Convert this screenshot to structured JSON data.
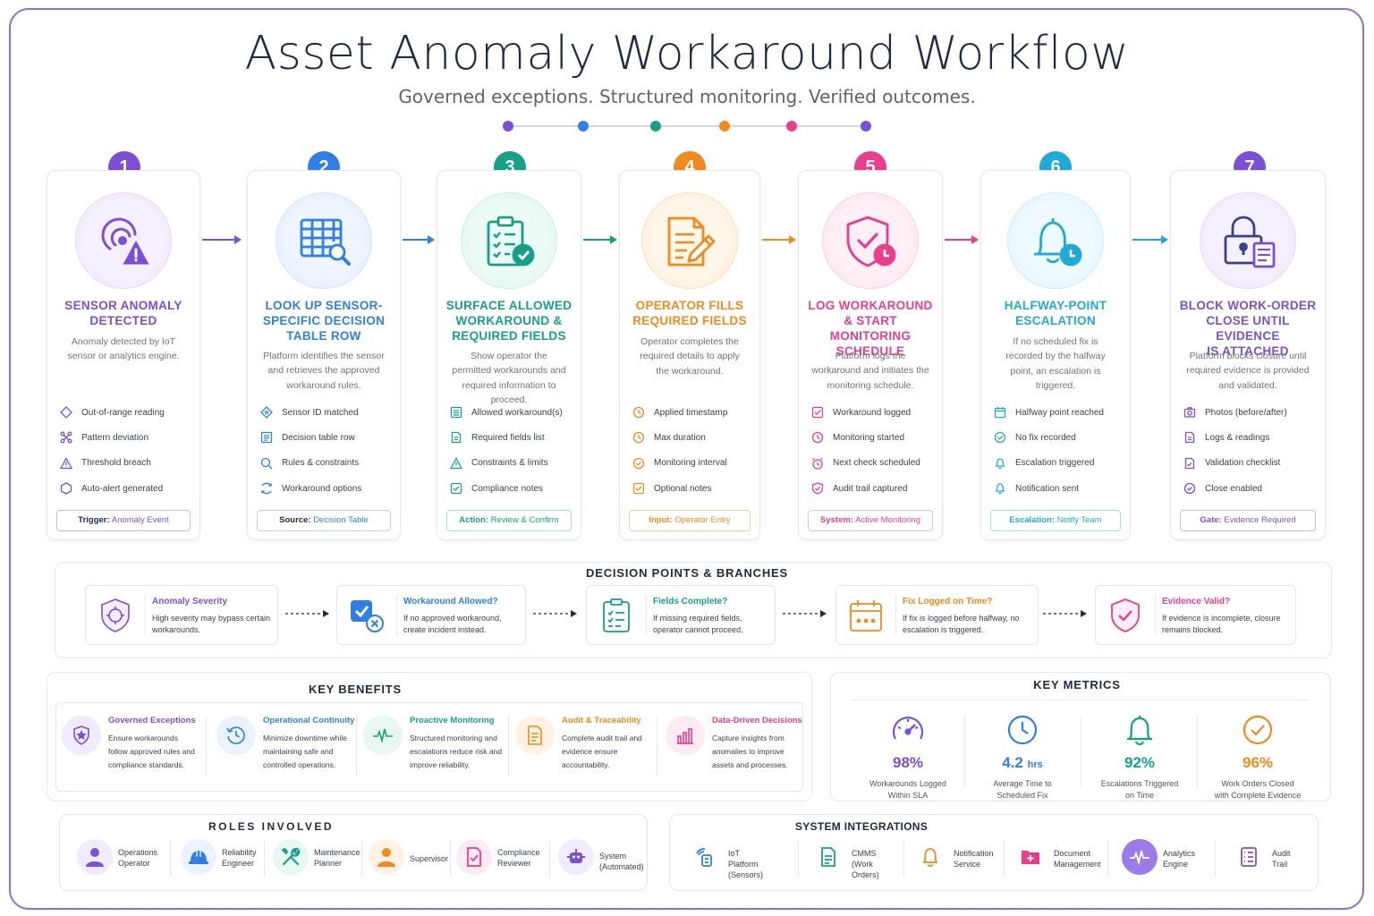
{
  "title": "Asset Anomaly Workaround Workflow",
  "subtitle": "Governed exceptions. Structured monitoring. Verified outcomes.",
  "colors": {
    "purple": "#7b4fd6",
    "blue": "#2f7fe6",
    "green": "#16a085",
    "orange": "#f08a1c",
    "pink": "#e83e8c",
    "cyan": "#1fa9d6",
    "navy": "#1f2a44"
  },
  "steps": [
    {
      "number": "1",
      "title": "SENSOR ANOMALY\nDETECTED",
      "desc": "Anomaly detected by IoT sensor or analytics engine.",
      "items": [
        "Out-of-range reading",
        "Pattern deviation",
        "Threshold breach",
        "Auto-alert generated"
      ],
      "tag_label": "Trigger:",
      "tag_value": "Anomaly Event",
      "icon": "sensor-alert-icon"
    },
    {
      "number": "2",
      "title": "LOOK UP SENSOR-\nSPECIFIC DECISION\nTABLE ROW",
      "desc": "Platform identifies the sensor and retrieves the approved workaround rules.",
      "items": [
        "Sensor ID matched",
        "Decision table row",
        "Rules & constraints",
        "Workaround options"
      ],
      "tag_label": "Source:",
      "tag_value": "Decision Table",
      "icon": "table-search-icon"
    },
    {
      "number": "3",
      "title": "SURFACE ALLOWED\nWORKAROUND &\nREQUIRED FIELDS",
      "desc": "Show operator the permitted workarounds and required information to proceed.",
      "items": [
        "Allowed workaround(s)",
        "Required fields list",
        "Constraints & limits",
        "Compliance notes"
      ],
      "tag_label": "Action:",
      "tag_value": "Review & Confirm",
      "icon": "clipboard-check-icon"
    },
    {
      "number": "4",
      "title": "OPERATOR FILLS\nREQUIRED FIELDS",
      "desc": "Operator completes the required details to apply the workaround.",
      "items": [
        "Applied timestamp",
        "Max duration",
        "Monitoring interval",
        "Optional notes"
      ],
      "tag_label": "Input:",
      "tag_value": "Operator Entry",
      "icon": "document-edit-icon"
    },
    {
      "number": "5",
      "title": "LOG WORKAROUND\n& START MONITORING\nSCHEDULE",
      "desc": "Platform logs the workaround and initiates the monitoring schedule.",
      "items": [
        "Workaround logged",
        "Monitoring started",
        "Next check scheduled",
        "Audit trail captured"
      ],
      "tag_label": "System:",
      "tag_value": "Active Monitoring",
      "icon": "shield-clock-icon"
    },
    {
      "number": "6",
      "title": "HALFWAY-POINT\nESCALATION",
      "desc": "If no scheduled fix is recorded by the halfway point, an escalation is triggered.",
      "items": [
        "Halfway point reached",
        "No fix recorded",
        "Escalation triggered",
        "Notification sent"
      ],
      "tag_label": "Escalation:",
      "tag_value": "Notify Team",
      "icon": "bell-clock-icon"
    },
    {
      "number": "7",
      "title": "BLOCK WORK-ORDER\nCLOSE UNTIL EVIDENCE\nIS ATTACHED",
      "desc": "Platform blocks closure until required evidence is provided and validated.",
      "items": [
        "Photos (before/after)",
        "Logs & readings",
        "Validation checklist",
        "Close enabled"
      ],
      "tag_label": "Gate:",
      "tag_value": "Evidence Required",
      "icon": "lock-document-icon"
    }
  ],
  "decisions": {
    "title": "DECISION POINTS & BRANCHES",
    "items": [
      {
        "title": "Anomaly Severity",
        "desc": "High severity may bypass certain workarounds."
      },
      {
        "title": "Workaround Allowed?",
        "desc": "If no approved workaround, create incident instead."
      },
      {
        "title": "Fields Complete?",
        "desc": "If missing required fields, operator cannot proceed."
      },
      {
        "title": "Fix Logged on Time?",
        "desc": "If fix is logged before halfway, no escalation is triggered."
      },
      {
        "title": "Evidence Valid?",
        "desc": "If evidence is incomplete, closure remains blocked."
      }
    ]
  },
  "benefits": {
    "title": "KEY BENEFITS",
    "items": [
      {
        "title": "Governed Exceptions",
        "desc": "Ensure workarounds follow approved rules and compliance standards."
      },
      {
        "title": "Operational Continuity",
        "desc": "Minimize downtime while maintaining safe and controlled operations."
      },
      {
        "title": "Proactive Monitoring",
        "desc": "Structured monitoring and escalations reduce risk and improve reliability."
      },
      {
        "title": "Audit & Traceability",
        "desc": "Complete audit trail and evidence ensure accountability."
      },
      {
        "title": "Data-Driven Decisions",
        "desc": "Capture insights from anomalies to improve assets and processes."
      }
    ]
  },
  "metrics": {
    "title": "KEY METRICS",
    "items": [
      {
        "value": "98%",
        "unit": "",
        "label": "Workarounds Logged\nWithin SLA"
      },
      {
        "value": "4.2",
        "unit": "hrs",
        "label": "Average Time to\nScheduled Fix"
      },
      {
        "value": "92%",
        "unit": "",
        "label": "Escalations Triggered\non Time"
      },
      {
        "value": "96%",
        "unit": "",
        "label": "Work Orders Closed\nwith Complete Evidence"
      }
    ]
  },
  "roles": {
    "title": "ROLES INVOLVED",
    "items": [
      "Operations\nOperator",
      "Reliability\nEngineer",
      "Maintenance\nPlanner",
      "Supervisor",
      "Compliance\nReviewer",
      "System\n(Automated)"
    ]
  },
  "integrations": {
    "title": "SYSTEM INTEGRATIONS",
    "items": [
      "IoT Platform\n(Sensors)",
      "CMMS\n(Work Orders)",
      "Notification\nService",
      "Document\nManagement",
      "Analytics\nEngine",
      "Audit\nTrail"
    ]
  }
}
